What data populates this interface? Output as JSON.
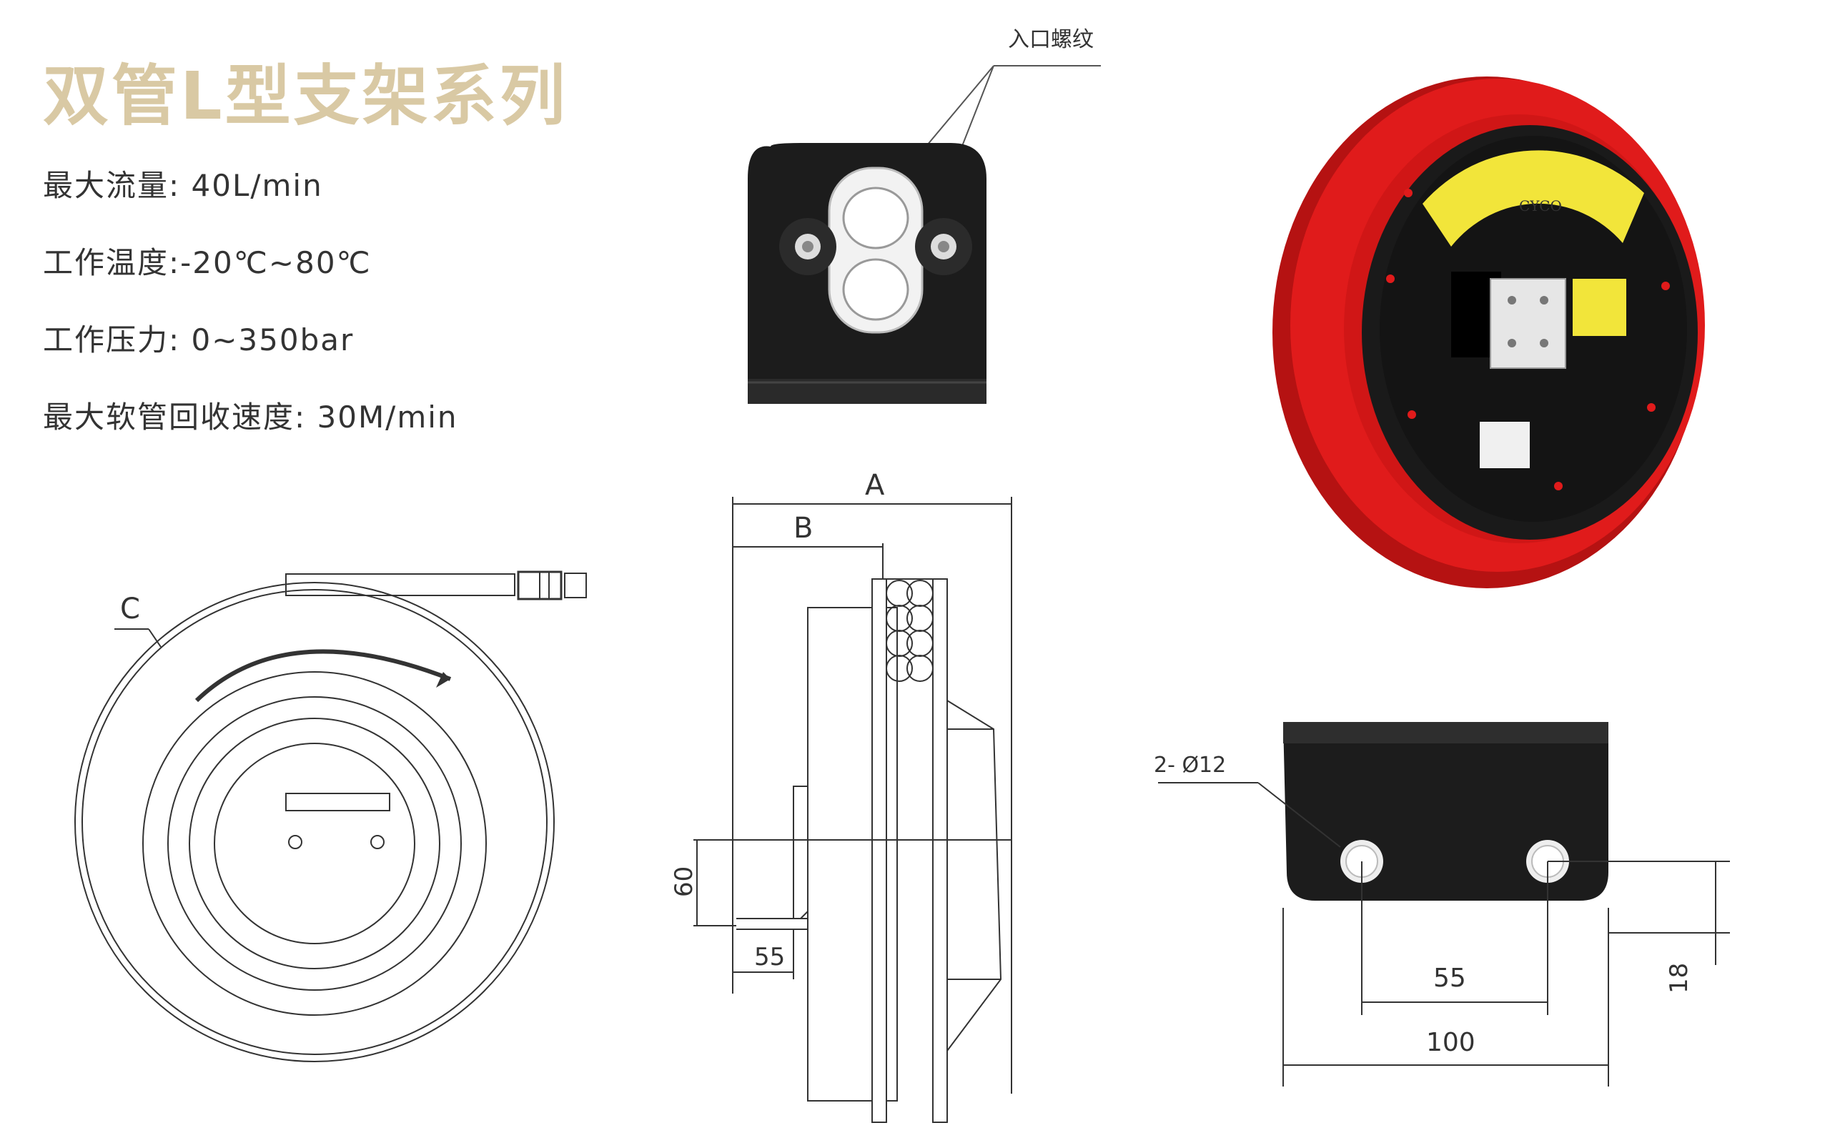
{
  "title": "双管L型支架系列",
  "specs": [
    "最大流量: 40L/min",
    "工作温度:-20℃~80℃",
    "工作压力: 0~350bar",
    "最大软管回收速度: 30M/min"
  ],
  "labels": {
    "inlet_thread": "入口螺纹",
    "dim_a": "A",
    "dim_b": "B",
    "dim_c": "C",
    "dim_60": "60",
    "dim_55_side": "55",
    "holes": "2- Ø12",
    "dim_55_bottom": "55",
    "dim_100": "100",
    "dim_18": "18"
  },
  "product_label": "CYCO",
  "colors": {
    "title": "#d9c9a4",
    "reel_red": "#e01b1b",
    "bracket_black": "#1c1c1c",
    "label_yellow": "#f2e53a"
  }
}
